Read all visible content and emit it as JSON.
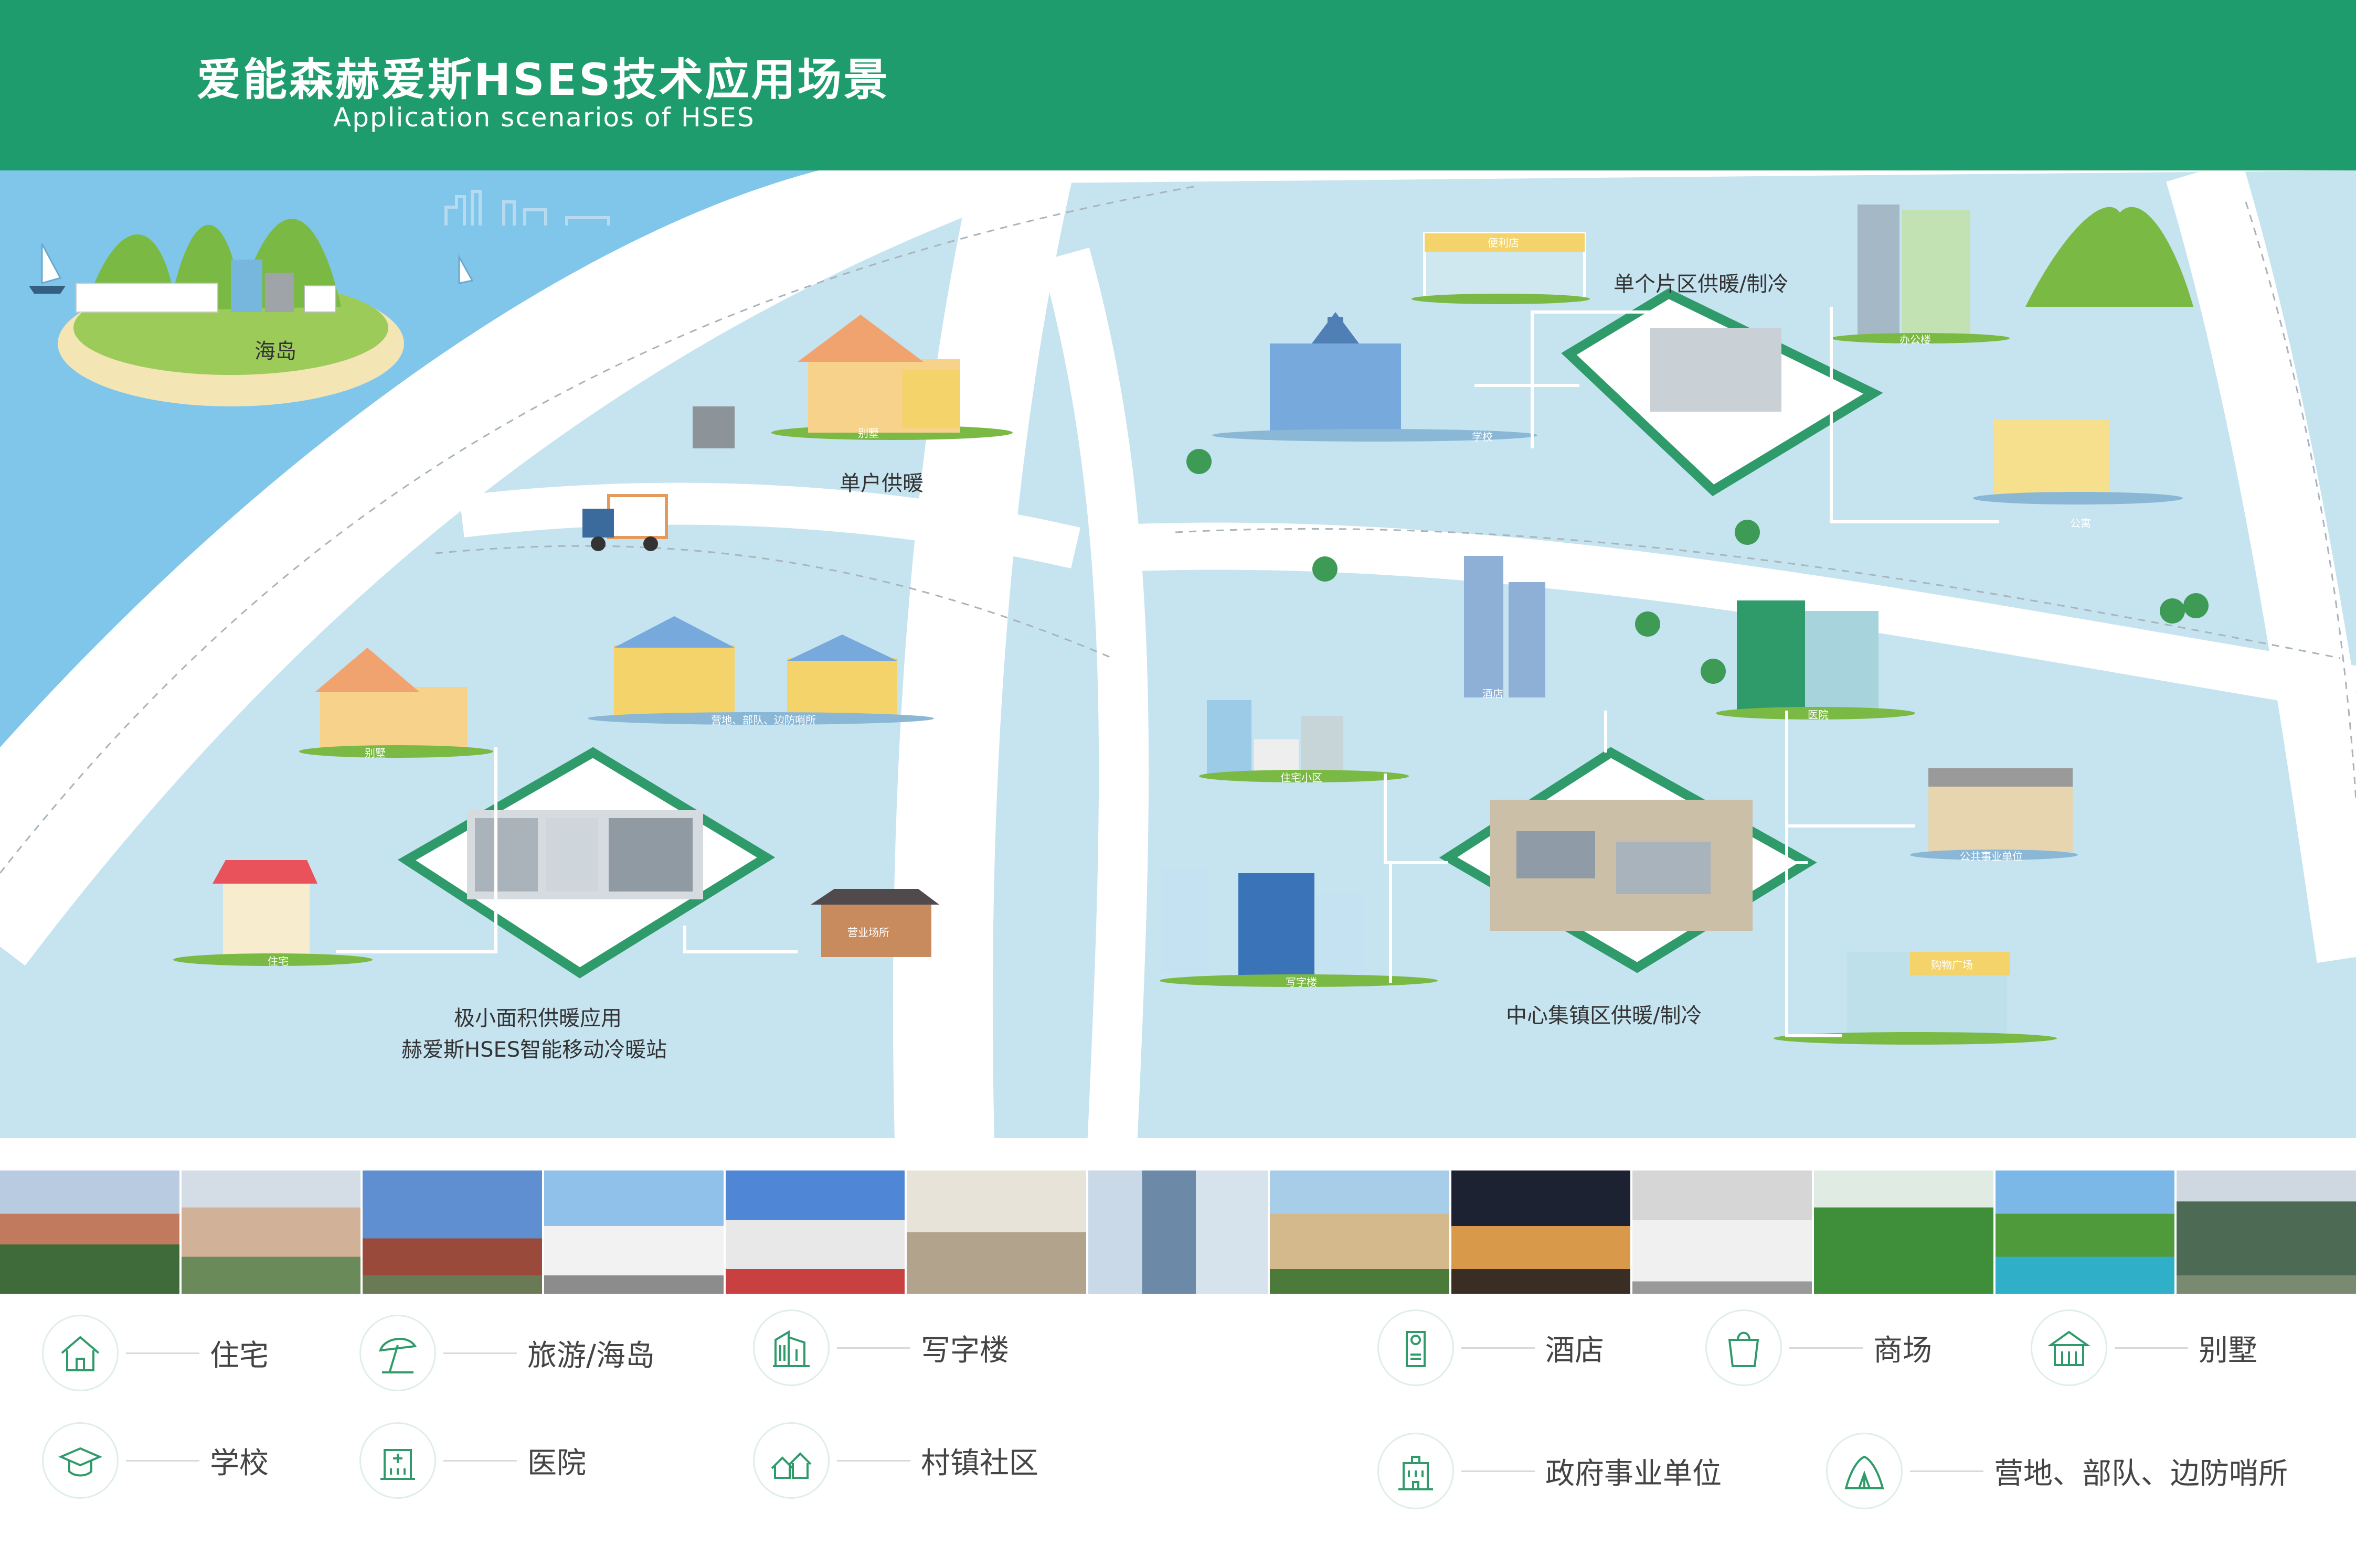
{
  "header": {
    "title": "爱能森赫爱斯HSES技术应用场景",
    "subtitle": "Application scenarios of HSES"
  },
  "colors": {
    "brand_green": "#1f9c6e",
    "water_blue": "#c6e3f0",
    "sea_blue": "#7fc6ea",
    "road": "#ffffff"
  },
  "map": {
    "island": "海岛",
    "single_household": "单户供暖",
    "single_district": "单个片区供暖/制冷",
    "mobile_station_line1": "极小面积供暖应用",
    "mobile_station_line2": "赫爱斯HSES智能移动冷暖站",
    "central_town": "中心集镇区供暖/制冷",
    "tags": {
      "villa_top": "别墅",
      "convenience_store": "便利店",
      "school": "学校",
      "office": "办公楼",
      "apartment": "公寓",
      "villa_left": "别墅",
      "camp": "营地、部队、边防哨所",
      "residence": "住宅",
      "business": "营业场所",
      "hotel": "酒店",
      "hospital": "医院",
      "residential_area": "住宅小区",
      "public_unit": "公共事业单位",
      "office_building": "写字楼",
      "mall": "购物广场"
    }
  },
  "legend": [
    {
      "label": "住宅",
      "icon": "house-icon"
    },
    {
      "label": "旅游/海岛",
      "icon": "beach-umbrella-icon"
    },
    {
      "label": "写字楼",
      "icon": "office-building-icon"
    },
    {
      "label": "酒店",
      "icon": "door-hanger-icon"
    },
    {
      "label": "商场",
      "icon": "shopping-bag-icon"
    },
    {
      "label": "别墅",
      "icon": "villa-icon"
    },
    {
      "label": "学校",
      "icon": "graduation-cap-icon"
    },
    {
      "label": "医院",
      "icon": "hospital-icon"
    },
    {
      "label": "村镇社区",
      "icon": "village-icon"
    },
    {
      "label": "政府事业单位",
      "icon": "government-building-icon"
    },
    {
      "label": "营地、部队、边防哨所",
      "icon": "tent-icon"
    }
  ]
}
